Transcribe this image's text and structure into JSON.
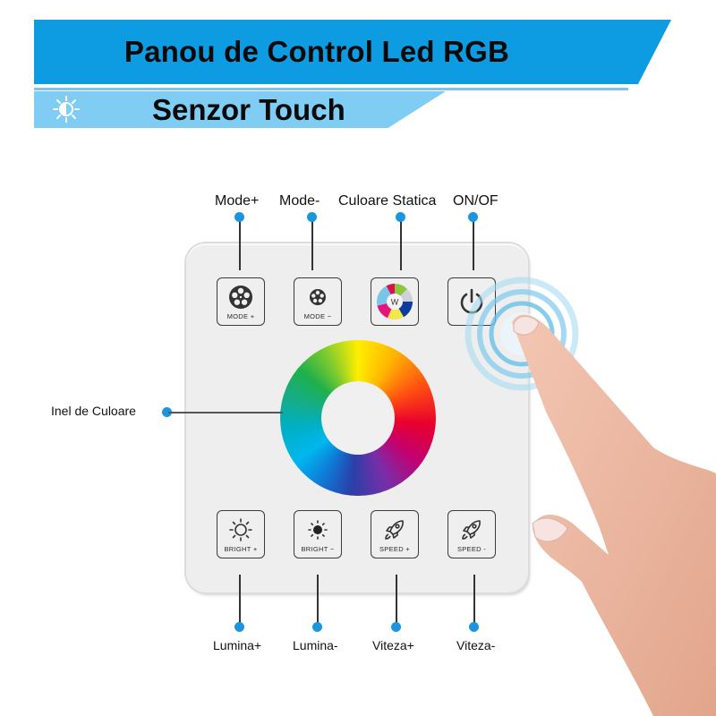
{
  "header": {
    "title": "Panou de Control Led RGB",
    "subtitle": "Senzor Touch",
    "icon": "brightness-sun-icon",
    "colors": {
      "primary": "#0d9be2",
      "secondary": "#80cdf3",
      "rule": "#7fc3e8"
    }
  },
  "callouts": {
    "top": [
      {
        "label": "Mode+",
        "target": "MODE +"
      },
      {
        "label": "Mode-",
        "target": "MODE −"
      },
      {
        "label": "Culoare Statica",
        "target": "W"
      },
      {
        "label": "ON/OF",
        "target": "power"
      }
    ],
    "left": {
      "label": "Inel de Culoare",
      "target": "color-ring"
    },
    "bottom": [
      {
        "label": "Lumina+",
        "target": "BRIGHT +"
      },
      {
        "label": "Lumina-",
        "target": "BRIGHT −"
      },
      {
        "label": "Viteza+",
        "target": "SPEED +"
      },
      {
        "label": "Viteza-",
        "target": "SPEED -"
      }
    ],
    "dot_color": "#1b95de"
  },
  "panel": {
    "top_buttons": [
      {
        "label": "MODE +",
        "icon": "film-reel-icon"
      },
      {
        "label": "MODE −",
        "icon": "film-reel-small-icon"
      },
      {
        "label": "",
        "icon": "color-wheel-icon",
        "center_text": "W"
      },
      {
        "label": "",
        "icon": "power-icon"
      }
    ],
    "bottom_buttons": [
      {
        "label": "BRIGHT +",
        "icon": "sun-outline-icon"
      },
      {
        "label": "BRIGHT −",
        "icon": "sun-filled-icon"
      },
      {
        "label": "SPEED +",
        "icon": "rocket-icon"
      },
      {
        "label": "SPEED -",
        "icon": "rocket-icon"
      }
    ],
    "ring": {
      "name": "color-ring"
    }
  }
}
